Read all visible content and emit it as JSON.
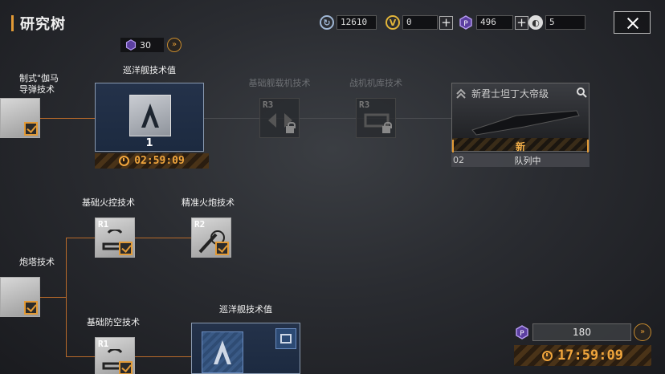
{
  "header": {
    "title": "研究树"
  },
  "resources": [
    {
      "name": "credits",
      "icon": "refresh-coin-icon",
      "value": "12610",
      "has_plus": false
    },
    {
      "name": "tokens",
      "icon": "v-token-icon",
      "value": "0",
      "has_plus": true
    },
    {
      "name": "research-points",
      "icon": "hex-point-icon",
      "value": "496",
      "has_plus": true
    },
    {
      "name": "speedup",
      "icon": "speedup-icon",
      "value": "5",
      "has_plus": false
    }
  ],
  "top_cost": {
    "value": "30"
  },
  "tree": {
    "left_partial_1": {
      "label_line1": "制式\"伽马",
      "label_line2": "导弹技术"
    },
    "cruiser_research": {
      "label": "巡洋舰技术值",
      "level": "1",
      "timer": "02:59:09"
    },
    "basic_carrier": {
      "label": "基础舰载机技术",
      "rank": "R3"
    },
    "hangar": {
      "label": "战机机库技术",
      "rank": "R3"
    },
    "left_partial_2": {
      "label": "炮塔技术"
    },
    "basic_fire_control": {
      "label": "基础火控技术",
      "rank": "R1"
    },
    "precision_artillery": {
      "label": "精准火炮技术",
      "rank": "R2"
    },
    "basic_air_defense": {
      "label": "基础防空技术",
      "rank": "R1"
    },
    "cruiser_research_2": {
      "label": "巡洋舰技术值"
    }
  },
  "queue": {
    "ship_name": "新君士坦丁大帝级",
    "new_badge": "新",
    "slot": "02",
    "status": "队列中"
  },
  "bottom_right": {
    "cost": "180",
    "timer": "17:59:09"
  },
  "colors": {
    "accent": "#e29a36",
    "line": "#b86a2a"
  }
}
